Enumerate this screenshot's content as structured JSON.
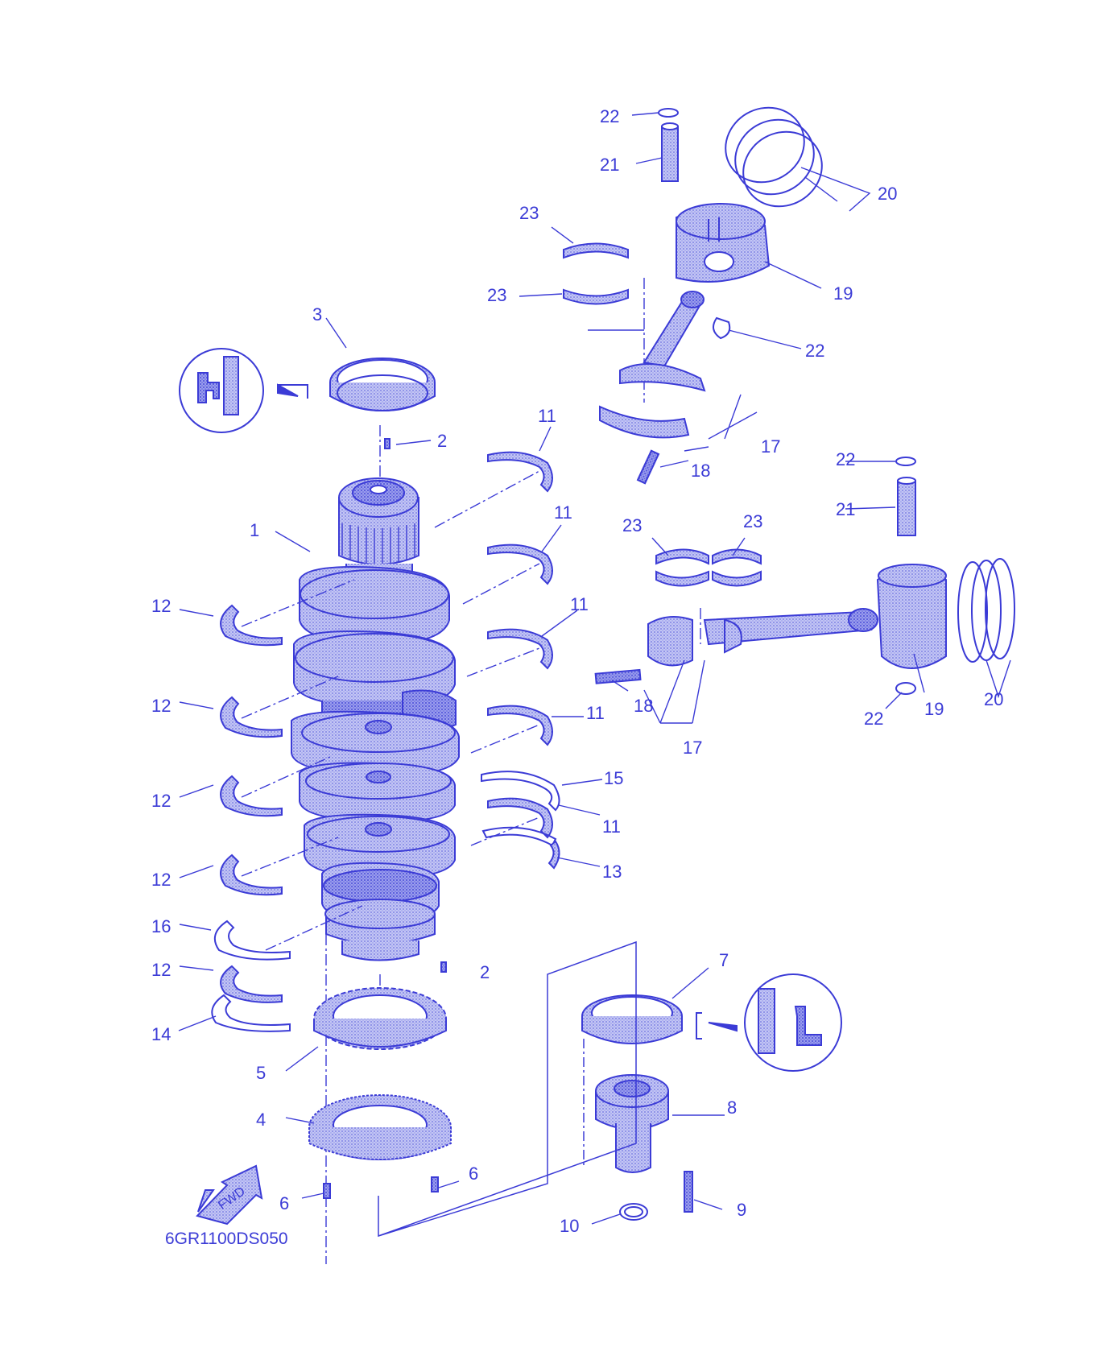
{
  "diagram": {
    "code": "6GR1100DS050",
    "fwd_label": "FWD",
    "colors": {
      "ink": "#3b3bd6",
      "fill": "#b9bcf2",
      "fill_dark": "#8e92e8",
      "paper": "#ffffff"
    },
    "callouts": {
      "c1": "1",
      "c2a": "2",
      "c2b": "2",
      "c3": "3",
      "c4": "4",
      "c5": "5",
      "c6a": "6",
      "c6b": "6",
      "c7": "7",
      "c8": "8",
      "c9": "9",
      "c10": "10",
      "c11a": "11",
      "c11b": "11",
      "c11c": "11",
      "c11d": "11",
      "c11e": "11",
      "c12a": "12",
      "c12b": "12",
      "c12c": "12",
      "c12d": "12",
      "c12e": "12",
      "c13": "13",
      "c14": "14",
      "c15": "15",
      "c16": "16",
      "c17a": "17",
      "c17b": "17",
      "c18a": "18",
      "c18b": "18",
      "c19a": "19",
      "c19b": "19",
      "c20a": "20",
      "c20b": "20",
      "c21a": "21",
      "c21b": "21",
      "c22a": "22",
      "c22b": "22",
      "c22c": "22",
      "c22d": "22",
      "c23a": "23",
      "c23b": "23",
      "c23c": "23",
      "c23d": "23"
    }
  }
}
